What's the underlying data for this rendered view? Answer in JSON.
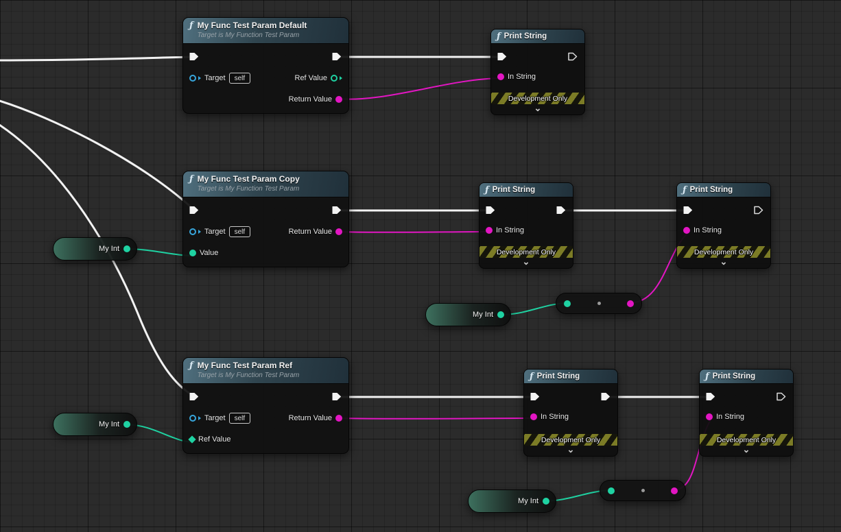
{
  "icons": {
    "function": "ƒ",
    "chevron": "⌄"
  },
  "labels": {
    "target": "Target",
    "self_value": "self",
    "ref_value": "Ref Value",
    "return_value": "Return Value",
    "value": "Value",
    "in_string": "In String",
    "my_int": "My Int",
    "dev_only": "Development Only"
  },
  "nodes": {
    "func_default": {
      "title": "My Func Test Param Default",
      "subtitle": "Target is My Function Test Param"
    },
    "func_copy": {
      "title": "My Func Test Param Copy",
      "subtitle": "Target is My Function Test Param"
    },
    "func_ref": {
      "title": "My Func Test Param Ref",
      "subtitle": "Target is My Function Test Param"
    },
    "print_string": {
      "title": "Print String"
    }
  },
  "colors": {
    "exec_wire": "#f2f2f2",
    "string_pin": "#e316c3",
    "int_pin": "#1fd2a2",
    "object_pin": "#38a6dc",
    "node_header": "#46626f",
    "banner_stripe": "#7c7c26",
    "background": "#2b2b2b"
  }
}
